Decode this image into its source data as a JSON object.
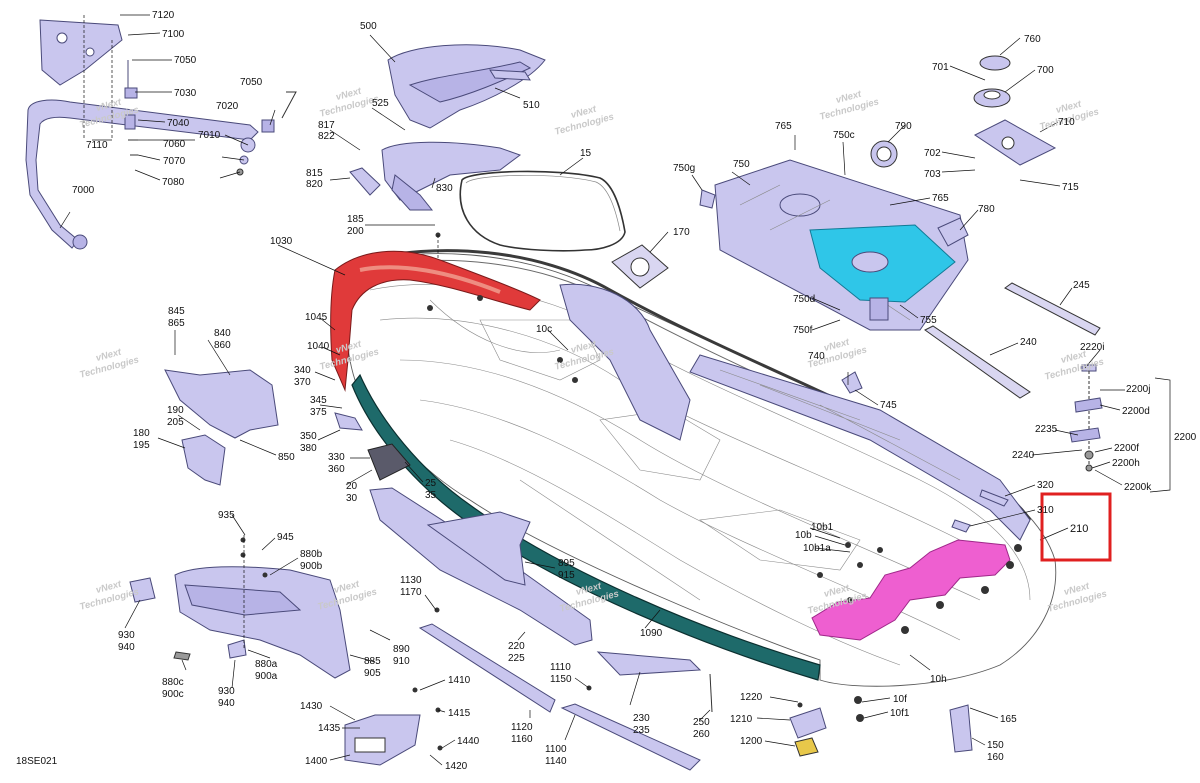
{
  "diagram": {
    "reference_code": "18SE021",
    "watermark": "vNext Technologies",
    "watermark_lines": [
      "vNext",
      "Technologies"
    ],
    "highlight_color": "#e02020",
    "highlighted_callout": "210",
    "accent_colors": {
      "parts_lavender": "#c9c6ee",
      "bumper_red": "#e03a3a",
      "rub_strip_teal": "#1e6a6a",
      "mat_cyan": "#2fc6e8",
      "pad_magenta": "#ee5fd0"
    }
  },
  "labels": [
    {
      "id": "l7120",
      "text": "7120"
    },
    {
      "id": "l7100",
      "text": "7100"
    },
    {
      "id": "l7050a",
      "text": "7050"
    },
    {
      "id": "l7030",
      "text": "7030"
    },
    {
      "id": "l7050b",
      "text": "7050"
    },
    {
      "id": "l7020",
      "text": "7020"
    },
    {
      "id": "l7040",
      "text": "7040"
    },
    {
      "id": "l7110",
      "text": "7110"
    },
    {
      "id": "l7010",
      "text": "7010"
    },
    {
      "id": "l7060",
      "text": "7060"
    },
    {
      "id": "l7070",
      "text": "7070"
    },
    {
      "id": "l7080",
      "text": "7080"
    },
    {
      "id": "l7000",
      "text": "7000"
    },
    {
      "id": "l500",
      "text": "500"
    },
    {
      "id": "l510",
      "text": "510"
    },
    {
      "id": "l525",
      "text": "525"
    },
    {
      "id": "l817",
      "text": "817"
    },
    {
      "id": "l822",
      "text": "822"
    },
    {
      "id": "l815",
      "text": "815"
    },
    {
      "id": "l820",
      "text": "820"
    },
    {
      "id": "l830",
      "text": "830"
    },
    {
      "id": "l15",
      "text": "15"
    },
    {
      "id": "l185",
      "text": "185"
    },
    {
      "id": "l200",
      "text": "200"
    },
    {
      "id": "l170",
      "text": "170"
    },
    {
      "id": "l1030",
      "text": "1030"
    },
    {
      "id": "l765a",
      "text": "765"
    },
    {
      "id": "l750c",
      "text": "750c"
    },
    {
      "id": "l790",
      "text": "790"
    },
    {
      "id": "l750g",
      "text": "750g"
    },
    {
      "id": "l750",
      "text": "750"
    },
    {
      "id": "l765b",
      "text": "765"
    },
    {
      "id": "l760",
      "text": "760"
    },
    {
      "id": "l701",
      "text": "701"
    },
    {
      "id": "l700",
      "text": "700"
    },
    {
      "id": "l710",
      "text": "710"
    },
    {
      "id": "l702",
      "text": "702"
    },
    {
      "id": "l703",
      "text": "703"
    },
    {
      "id": "l715",
      "text": "715"
    },
    {
      "id": "l780",
      "text": "780"
    },
    {
      "id": "l750d",
      "text": "750d"
    },
    {
      "id": "l740",
      "text": "740"
    },
    {
      "id": "l750f",
      "text": "750f"
    },
    {
      "id": "l755",
      "text": "755"
    },
    {
      "id": "l245",
      "text": "245"
    },
    {
      "id": "l240",
      "text": "240"
    },
    {
      "id": "l745",
      "text": "745"
    },
    {
      "id": "l845",
      "text": "845"
    },
    {
      "id": "l865",
      "text": "865"
    },
    {
      "id": "l840",
      "text": "840"
    },
    {
      "id": "l860",
      "text": "860"
    },
    {
      "id": "l1045",
      "text": "1045"
    },
    {
      "id": "l1040",
      "text": "1040"
    },
    {
      "id": "l10c",
      "text": "10c"
    },
    {
      "id": "l340",
      "text": "340"
    },
    {
      "id": "l370",
      "text": "370"
    },
    {
      "id": "l345",
      "text": "345"
    },
    {
      "id": "l375",
      "text": "375"
    },
    {
      "id": "l190",
      "text": "190"
    },
    {
      "id": "l205",
      "text": "205"
    },
    {
      "id": "l180",
      "text": "180"
    },
    {
      "id": "l195",
      "text": "195"
    },
    {
      "id": "l350",
      "text": "350"
    },
    {
      "id": "l380",
      "text": "380"
    },
    {
      "id": "l330",
      "text": "330"
    },
    {
      "id": "l360",
      "text": "360"
    },
    {
      "id": "l850",
      "text": "850"
    },
    {
      "id": "l25",
      "text": "25"
    },
    {
      "id": "l35",
      "text": "35"
    },
    {
      "id": "l20",
      "text": "20"
    },
    {
      "id": "l30",
      "text": "30"
    },
    {
      "id": "l2220i",
      "text": "2220i"
    },
    {
      "id": "l2200j",
      "text": "2200j"
    },
    {
      "id": "l2200d",
      "text": "2200d"
    },
    {
      "id": "l2200",
      "text": "2200"
    },
    {
      "id": "l2235",
      "text": "2235"
    },
    {
      "id": "l2240",
      "text": "2240"
    },
    {
      "id": "l2200f",
      "text": "2200f"
    },
    {
      "id": "l2200h",
      "text": "2200h"
    },
    {
      "id": "l2200k",
      "text": "2200k"
    },
    {
      "id": "l320",
      "text": "320"
    },
    {
      "id": "l310",
      "text": "310"
    },
    {
      "id": "l210",
      "text": "210"
    },
    {
      "id": "l935",
      "text": "935"
    },
    {
      "id": "l945",
      "text": "945"
    },
    {
      "id": "l880b",
      "text": "880b"
    },
    {
      "id": "l900b",
      "text": "900b"
    },
    {
      "id": "l895",
      "text": "895"
    },
    {
      "id": "l915",
      "text": "915"
    },
    {
      "id": "l10b1",
      "text": "10b1"
    },
    {
      "id": "l10b",
      "text": "10b"
    },
    {
      "id": "l10b1a",
      "text": "10b1a"
    },
    {
      "id": "l930a",
      "text": "930"
    },
    {
      "id": "l940a",
      "text": "940"
    },
    {
      "id": "l1130",
      "text": "1130"
    },
    {
      "id": "l1170",
      "text": "1170"
    },
    {
      "id": "l890",
      "text": "890"
    },
    {
      "id": "l910",
      "text": "910"
    },
    {
      "id": "l885",
      "text": "885"
    },
    {
      "id": "l905",
      "text": "905"
    },
    {
      "id": "l220",
      "text": "220"
    },
    {
      "id": "l225",
      "text": "225"
    },
    {
      "id": "l1090",
      "text": "1090"
    },
    {
      "id": "l880a",
      "text": "880a"
    },
    {
      "id": "l900a",
      "text": "900a"
    },
    {
      "id": "l880c",
      "text": "880c"
    },
    {
      "id": "l900c",
      "text": "900c"
    },
    {
      "id": "l930b",
      "text": "930"
    },
    {
      "id": "l940b",
      "text": "940"
    },
    {
      "id": "l1110",
      "text": "1110"
    },
    {
      "id": "l1150",
      "text": "1150"
    },
    {
      "id": "l10h",
      "text": "10h"
    },
    {
      "id": "l1410",
      "text": "1410"
    },
    {
      "id": "l1430",
      "text": "1430"
    },
    {
      "id": "l1415",
      "text": "1415"
    },
    {
      "id": "l1435",
      "text": "1435"
    },
    {
      "id": "l1440",
      "text": "1440"
    },
    {
      "id": "l1400",
      "text": "1400"
    },
    {
      "id": "l1420",
      "text": "1420"
    },
    {
      "id": "l1120",
      "text": "1120"
    },
    {
      "id": "l1160",
      "text": "1160"
    },
    {
      "id": "l1100",
      "text": "1100"
    },
    {
      "id": "l1140",
      "text": "1140"
    },
    {
      "id": "l230",
      "text": "230"
    },
    {
      "id": "l235",
      "text": "235"
    },
    {
      "id": "l250",
      "text": "250"
    },
    {
      "id": "l260",
      "text": "260"
    },
    {
      "id": "l1220",
      "text": "1220"
    },
    {
      "id": "l1210",
      "text": "1210"
    },
    {
      "id": "l1200",
      "text": "1200"
    },
    {
      "id": "l10f",
      "text": "10f"
    },
    {
      "id": "l10f1",
      "text": "10f1"
    },
    {
      "id": "l165",
      "text": "165"
    },
    {
      "id": "l150",
      "text": "150"
    },
    {
      "id": "l160",
      "text": "160"
    }
  ]
}
